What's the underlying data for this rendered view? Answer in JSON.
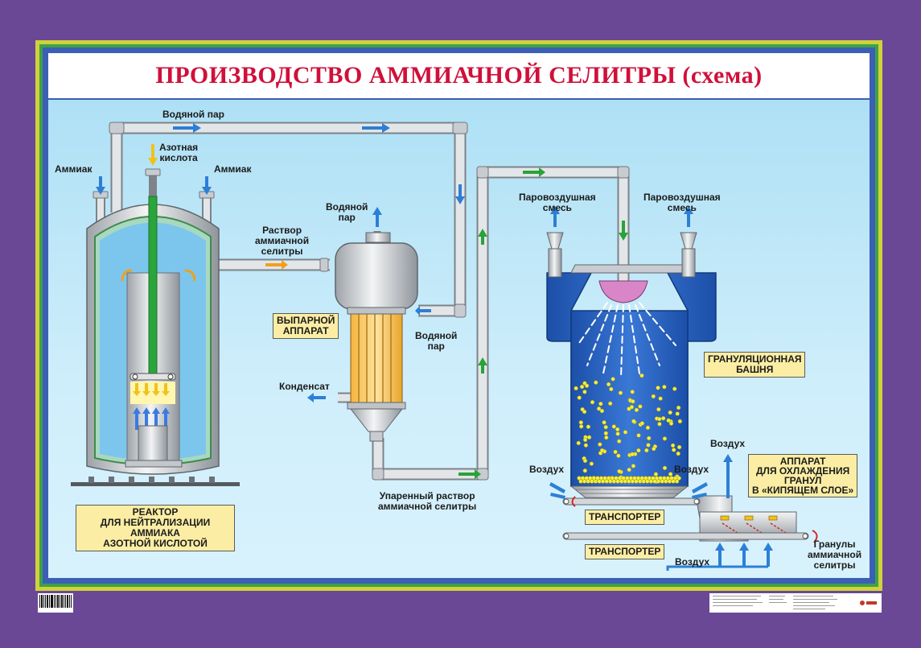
{
  "title": "ПРОИЗВОДСТВО АММИАЧНОЙ СЕЛИТРЫ (схема)",
  "labels": {
    "steam_top": "Водяной пар",
    "nitric_acid": "Азотная\nкислота",
    "ammonia_left": "Аммиак",
    "ammonia_right": "Аммиак",
    "nitrate_solution": "Раствор\nаммиачной\nселитры",
    "steam_out": "Водяной\nпар",
    "evaporator": "ВЫПАРНОЙ\nАППАРАТ",
    "steam_in": "Водяной\nпар",
    "condensate": "Конденсат",
    "concentrated_solution": "Упаренный раствор\nаммиачной селитры",
    "steam_air_left": "Паровоздушная\nсмесь",
    "steam_air_right": "Паровоздушная\nсмесь",
    "granulation_tower": "ГРАНУЛЯЦИОННАЯ\nБАШНЯ",
    "air_left": "Воздух",
    "air_right": "Воздух",
    "air_top": "Воздух",
    "cooler": "АППАРАТ\nДЛЯ ОХЛАЖДЕНИЯ\nГРАНУЛ\nВ «КИПЯЩЕМ СЛОЕ»",
    "conveyor_1": "ТРАНСПОРТЕР",
    "conveyor_2": "ТРАНСПОРТЕР",
    "air_bottom": "Воздух",
    "granules": "Гранулы\nаммиачной\nселитры",
    "reactor": "РЕАКТОР\nДЛЯ НЕЙТРАЛИЗАЦИИ АММИАКА\nАЗОТНОЙ КИСЛОТОЙ"
  },
  "colors": {
    "title": "#d0103a",
    "frame": "#6a4896",
    "pipe": "#d9dcdf",
    "tower": "#2a5fbf",
    "granule": "#f4ee3c",
    "flow_blue": "#2c7fd6",
    "flow_green": "#27a33a",
    "flow_orange": "#f0a020"
  }
}
